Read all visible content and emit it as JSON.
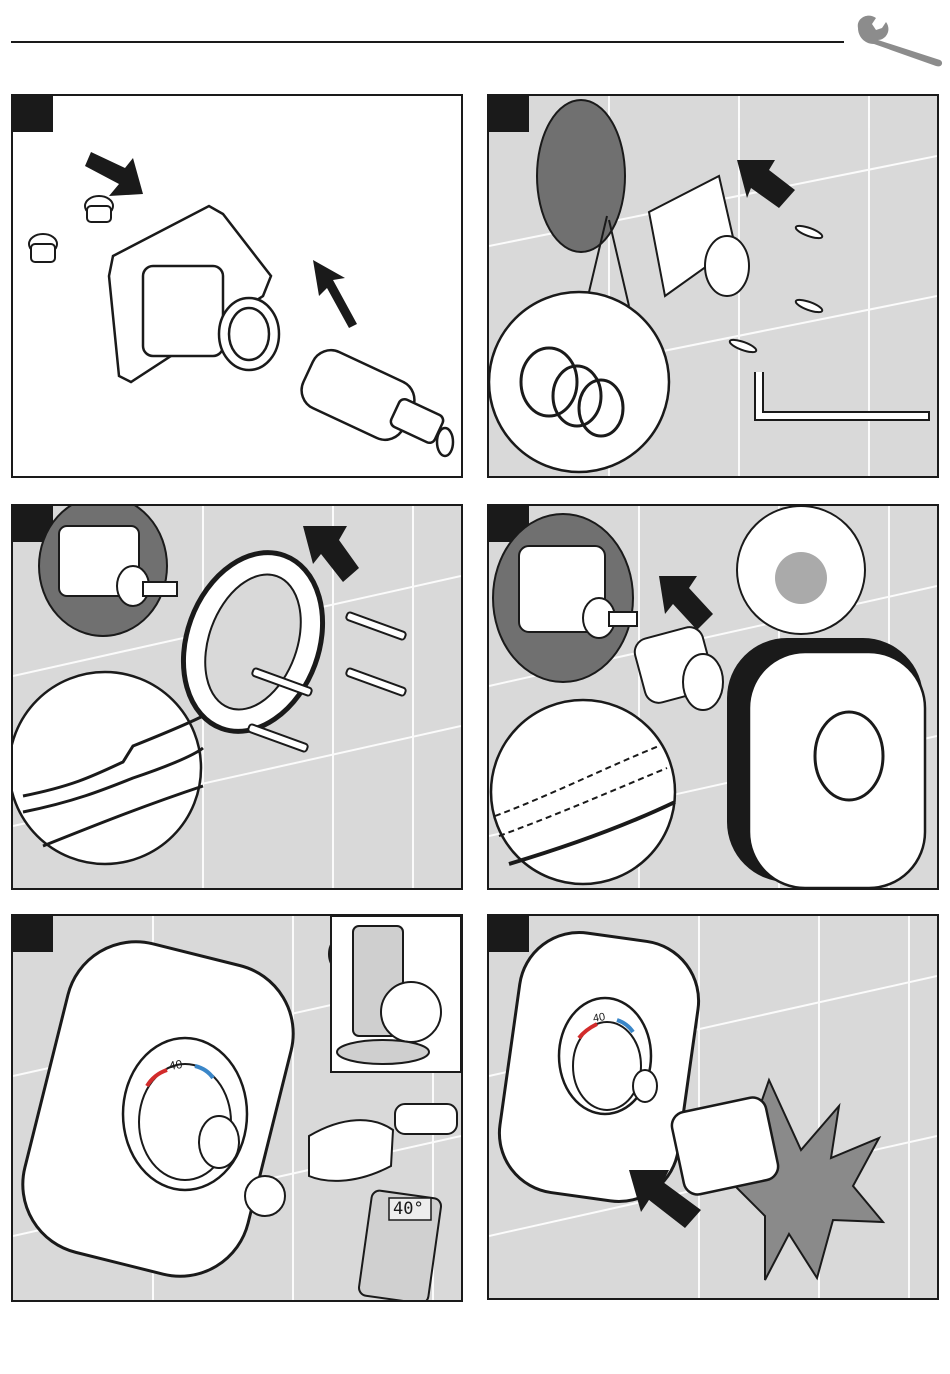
{
  "header": {
    "icon": "wrench-icon"
  },
  "panels": [
    {
      "id": 1,
      "step_icon": "step-marker"
    },
    {
      "id": 2,
      "step_icon": "step-marker"
    },
    {
      "id": 3,
      "step_icon": "step-marker"
    },
    {
      "id": 4,
      "step_icon": "step-marker"
    },
    {
      "id": 5,
      "step_icon": "step-marker",
      "thermometer_display": "40°",
      "dial_label": "40"
    },
    {
      "id": 6,
      "step_icon": "step-marker",
      "dial_label": "40"
    }
  ],
  "colors": {
    "hot": "#d22b2b",
    "cold": "#3a86c8",
    "tile": "#d9d9d9",
    "ink": "#1a1a1a"
  }
}
